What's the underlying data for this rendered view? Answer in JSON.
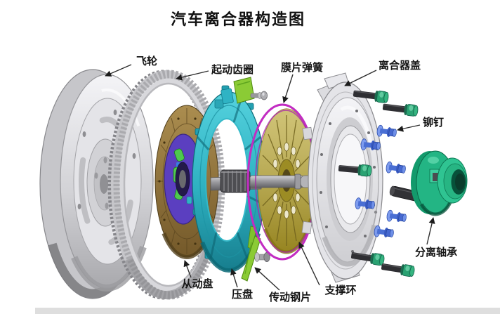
{
  "title": "汽车离合器构造图",
  "diagram": {
    "type": "exploded-parts-diagram",
    "subject": "automobile clutch assembly",
    "labels": {
      "flywheel": "飞轮",
      "starter_ring_gear": "起动齿圈",
      "diaphragm_spring": "膜片弹簧",
      "clutch_cover": "离合器盖",
      "rivet": "铆钉",
      "release_bearing": "分离轴承",
      "driven_plate": "从动盘",
      "pressure_plate": "压盘",
      "drive_strap_plate": "传动钢片",
      "support_ring": "支撑环"
    },
    "colors": {
      "driven_plate_friction": "#9b7d42",
      "driven_plate_hub": "#5b3fc0",
      "pressure_plate": "#35b9c9",
      "diaphragm_spring": "#b7a42e",
      "support_ring": "#c22cc2",
      "drive_strap_plate": "#8bcb35",
      "release_bearing": "#23b584",
      "bolt_head_green": "#2aa272",
      "rivet_blue": "#4a6fd4",
      "metal_gray": "#d9d9dd"
    }
  }
}
